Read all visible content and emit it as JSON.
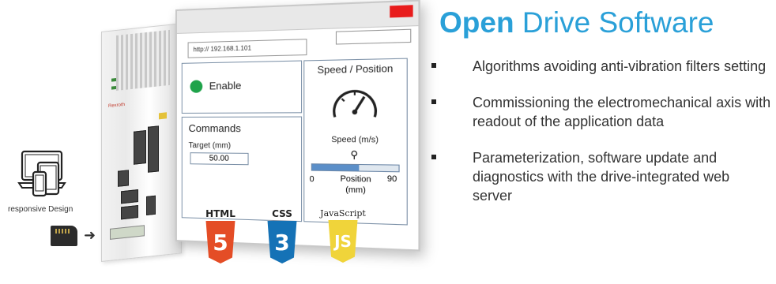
{
  "title": {
    "bold": "Open",
    "rest": "Drive Software"
  },
  "bullets": [
    "Algorithms avoiding anti-vibration filters setting",
    "Commissioning the electromechanical axis with readout of the application data",
    "Parameterization, software update and diagnostics with the drive-integrated web server"
  ],
  "devices": {
    "label": "responsive Design"
  },
  "drive": {
    "brand": "Rexroth"
  },
  "browser": {
    "url": "http:// 192.168.1.101",
    "enable_label": "Enable",
    "commands": {
      "title": "Commands",
      "target_label": "Target (mm)",
      "target_value": "50.00"
    },
    "speed_position": {
      "title": "Speed / Position",
      "speed_label": "Speed (m/s)",
      "position_label": "Position (mm)",
      "min": "0",
      "max": "90",
      "slider_fraction": 0.55
    }
  },
  "logos": [
    {
      "name": "HTML",
      "digit": "5",
      "color": "#e44d26"
    },
    {
      "name": "CSS",
      "digit": "3",
      "color": "#1572b6"
    },
    {
      "name": "JavaScript",
      "digit": "JS",
      "color": "#f0d43a"
    }
  ],
  "colors": {
    "accent": "#2aa0d8",
    "enable": "#1fa34a",
    "close": "#e81c1c"
  }
}
